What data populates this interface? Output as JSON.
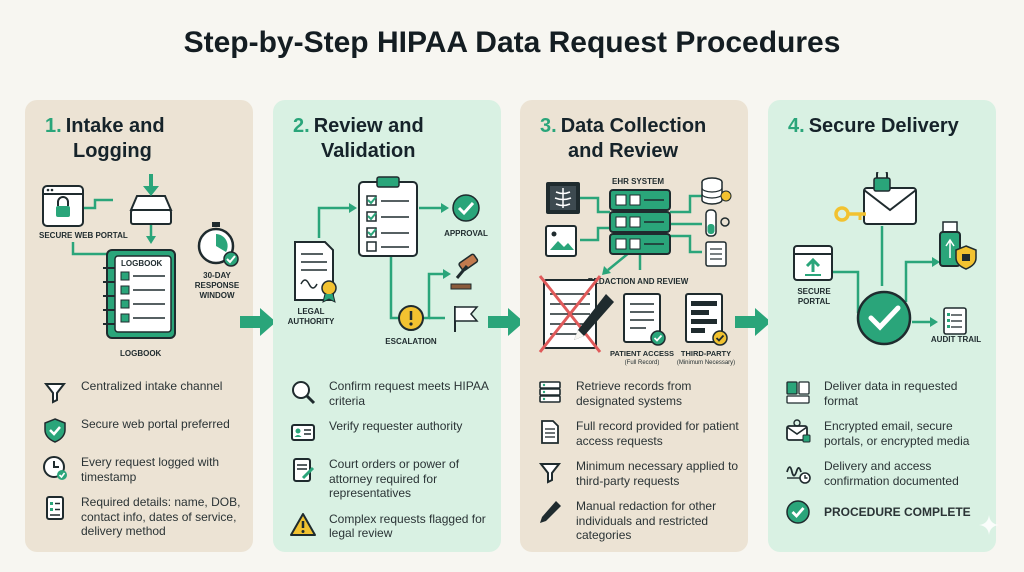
{
  "title": "Step-by-Step HIPAA Data Request Procedures",
  "colors": {
    "accent": "#2aa57a",
    "beige_panel": "#ece3d4",
    "mint_panel": "#d9f1e3",
    "dark": "#1f2b2e",
    "warning": "#f2c230",
    "danger": "#e05a5a"
  },
  "steps": [
    {
      "num": "1.",
      "title_line1": "Intake and",
      "title_line2": "Logging",
      "labels": {
        "portal": "SECURE WEB PORTAL",
        "logbook_top": "LOGBOOK",
        "logbook_bottom": "LOGBOOK",
        "window_line1": "30-DAY",
        "window_line2": "RESPONSE",
        "window_line3": "WINDOW"
      },
      "bullets": [
        {
          "icon": "funnel-icon",
          "text": "Centralized intake channel"
        },
        {
          "icon": "shield-check-icon",
          "text": "Secure web portal preferred"
        },
        {
          "icon": "clock-check-icon",
          "text": "Every request logged with timestamp"
        },
        {
          "icon": "form-icon",
          "text": "Required details: name, DOB, contact info, dates of service, delivery method"
        }
      ]
    },
    {
      "num": "2.",
      "title_line1": "Review and",
      "title_line2": "Validation",
      "labels": {
        "authority_line1": "LEGAL",
        "authority_line2": "AUTHORITY",
        "approval": "APPROVAL",
        "escalation": "ESCALATION"
      },
      "bullets": [
        {
          "icon": "magnifier-icon",
          "text": "Confirm request meets HIPAA criteria"
        },
        {
          "icon": "id-card-icon",
          "text": "Verify requester authority"
        },
        {
          "icon": "signed-document-icon",
          "text": "Court orders or power of attorney required for representatives"
        },
        {
          "icon": "warning-icon",
          "text": "Complex requests flagged for legal review"
        }
      ]
    },
    {
      "num": "3.",
      "title_line1": "Data Collection",
      "title_line2": "and Review",
      "labels": {
        "ehr": "EHR SYSTEM",
        "redaction": "REDACTION AND REVIEW",
        "patient_access": "PATIENT ACCESS",
        "patient_access_sub": "(Full Record)",
        "third_party": "THIRD-PARTY",
        "third_party_sub": "(Minimum Necessary)"
      },
      "bullets": [
        {
          "icon": "server-icon",
          "text": "Retrieve records from designated systems"
        },
        {
          "icon": "document-icon",
          "text": "Full record provided for patient access requests"
        },
        {
          "icon": "funnel-icon",
          "text": "Minimum necessary applied to third-party requests"
        },
        {
          "icon": "pen-icon",
          "text": "Manual redaction for other individuals and restricted categories"
        }
      ]
    },
    {
      "num": "4.",
      "title_line1": "Secure Delivery",
      "title_line2": "",
      "labels": {
        "portal_line1": "SECURE",
        "portal_line2": "PORTAL",
        "audit": "AUDIT TRAIL"
      },
      "bullets": [
        {
          "icon": "files-icon",
          "text": "Deliver data in requested format"
        },
        {
          "icon": "encrypted-mail-icon",
          "text": "Encrypted email, secure portals, or encrypted media"
        },
        {
          "icon": "signature-icon",
          "text": "Delivery and access confirmation documented"
        },
        {
          "icon": "check-circle-icon",
          "text": "PROCEDURE COMPLETE"
        }
      ]
    }
  ]
}
